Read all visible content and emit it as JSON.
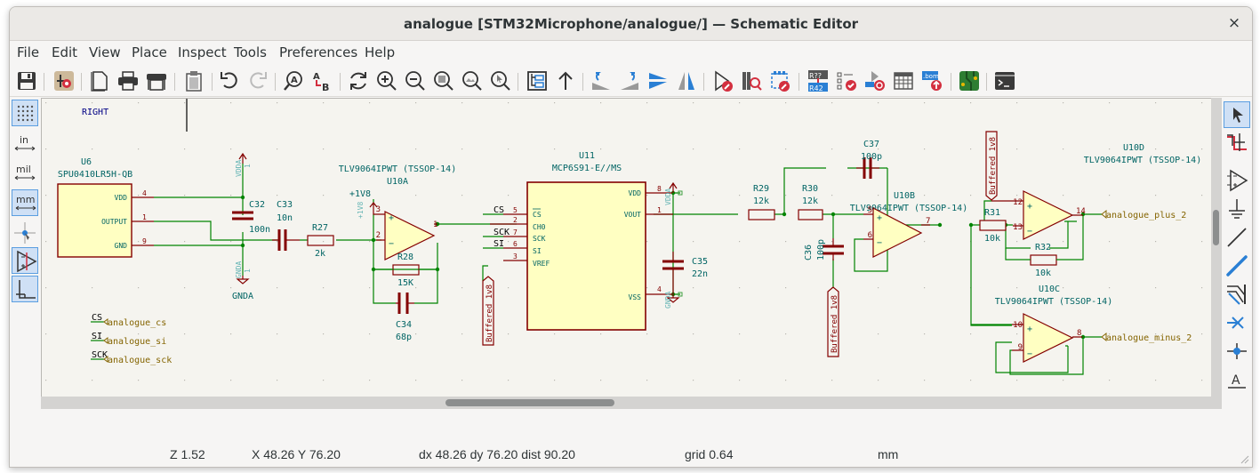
{
  "window": {
    "title": "analogue [STM32Microphone/analogue/] — Schematic Editor",
    "close_label": "×"
  },
  "menu": [
    "File",
    "Edit",
    "View",
    "Place",
    "Inspect",
    "Tools",
    "Preferences",
    "Help"
  ],
  "toolbar": {
    "icons": [
      "save-icon",
      "schematic-setup-icon",
      "page-settings-icon",
      "print-icon",
      "plot-icon",
      "paste-icon",
      "undo-icon",
      "redo-icon",
      "find-icon",
      "find-replace-icon",
      "refresh-icon",
      "zoom-in-icon",
      "zoom-out-icon",
      "zoom-fit-icon",
      "zoom-objects-icon",
      "zoom-selection-icon",
      "hierarchy-navigator-icon",
      "leave-sheet-icon",
      "rotate-ccw-icon",
      "rotate-cw-icon",
      "mirror-vertical-icon",
      "mirror-horizontal-icon",
      "symbol-editor-icon",
      "symbol-library-browser-icon",
      "footprint-editor-icon",
      "annotate-icon",
      "erc-icon",
      "assign-footprints-icon",
      "symbol-fields-table-icon",
      "bom-icon",
      "pcb-editor-icon",
      "scripting-console-icon"
    ]
  },
  "left_toolbar": {
    "items": [
      {
        "name": "grid-toggle",
        "active": true
      },
      {
        "name": "units-inch",
        "label": "in",
        "active": false
      },
      {
        "name": "units-mil",
        "label": "mil",
        "active": false
      },
      {
        "name": "units-mm",
        "label": "mm",
        "active": true
      },
      {
        "name": "cursor-crosshair",
        "active": false
      },
      {
        "name": "hidden-pins",
        "active": true
      },
      {
        "name": "line-mode",
        "active": true
      }
    ]
  },
  "right_toolbar": {
    "items": [
      "select-tool",
      "highlight-net-tool",
      "add-symbol-tool",
      "add-power-tool",
      "add-wire-tool",
      "add-bus-tool",
      "add-bus-entry-tool",
      "add-no-connect-tool",
      "add-junction-tool",
      "add-label-tool"
    ]
  },
  "schematic": {
    "note": "RIGHT",
    "u6": {
      "ref": "U6",
      "value": "SPU0410LR5H-QB",
      "pins": [
        {
          "name": "VDD",
          "num": "4"
        },
        {
          "name": "OUTPUT",
          "num": "1"
        },
        {
          "name": "GND",
          "num": "9"
        }
      ]
    },
    "power": {
      "vdda": "VDDA",
      "gnda": "GNDA",
      "v1v8": "+1V8",
      "pin1": "1"
    },
    "c32": {
      "ref": "C32",
      "value": "100n"
    },
    "c33": {
      "ref": "C33",
      "value": "10n"
    },
    "r27": {
      "ref": "R27",
      "value": "2k"
    },
    "u10a": {
      "ref": "U10A",
      "value": "TLV9064IPWT (TSSOP-14)",
      "pin_plus": "3",
      "pin_minus": "2",
      "pin_out": "1"
    },
    "r28": {
      "ref": "R28",
      "value": "15K"
    },
    "c34": {
      "ref": "C34",
      "value": "68p"
    },
    "u11": {
      "ref": "U11",
      "value": "MCP6S91-E//MS",
      "left_pins": [
        {
          "name": "CS",
          "num": "5",
          "net": "CS"
        },
        {
          "name": "CH0",
          "num": "2",
          "net": ""
        },
        {
          "name": "SCK",
          "num": "7",
          "net": "SCK"
        },
        {
          "name": "SI",
          "num": "6",
          "net": "SI"
        },
        {
          "name": "VREF",
          "num": "3",
          "net": ""
        }
      ],
      "right_pins": [
        {
          "name": "VDD",
          "num": "8"
        },
        {
          "name": "VOUT",
          "num": "1"
        },
        {
          "name": "VSS",
          "num": "4"
        }
      ]
    },
    "c35": {
      "ref": "C35",
      "value": "22n"
    },
    "r29": {
      "ref": "R29",
      "value": "12k"
    },
    "r30": {
      "ref": "R30",
      "value": "12k"
    },
    "c37": {
      "ref": "C37",
      "value": "100p"
    },
    "c36": {
      "ref": "C36",
      "value": "100p"
    },
    "u10b": {
      "ref": "U10B",
      "value": "TLV9064IPWT (TSSOP-14)",
      "pin_plus": "5",
      "pin_minus": "6",
      "pin_out": "7"
    },
    "r31": {
      "ref": "R31",
      "value": "10k"
    },
    "r32": {
      "ref": "R32",
      "value": "10k"
    },
    "u10d": {
      "ref": "U10D",
      "value": "TLV9064IPWT (TSSOP-14)",
      "pin_plus": "12",
      "pin_minus": "13",
      "pin_out": "14"
    },
    "u10c": {
      "ref": "U10C",
      "value": "TLV9064IPWT (TSSOP-14)",
      "pin_plus": "10",
      "pin_minus": "9",
      "pin_out": "8"
    },
    "buffered_label": "Buffered 1v8",
    "global_labels": {
      "plus": "analogue_plus_2",
      "minus": "analogue_minus_2"
    },
    "hier_labels": [
      {
        "net": "CS",
        "label": "analogue_cs"
      },
      {
        "net": "SI",
        "label": "analogue_si"
      },
      {
        "net": "SCK",
        "label": "analogue_sck"
      }
    ]
  },
  "status": {
    "zoom": "Z 1.52",
    "cursor": "X 48.26  Y 76.20",
    "delta": "dx 48.26  dy 76.20  dist 90.20",
    "grid": "grid 0.64",
    "units": "mm"
  }
}
